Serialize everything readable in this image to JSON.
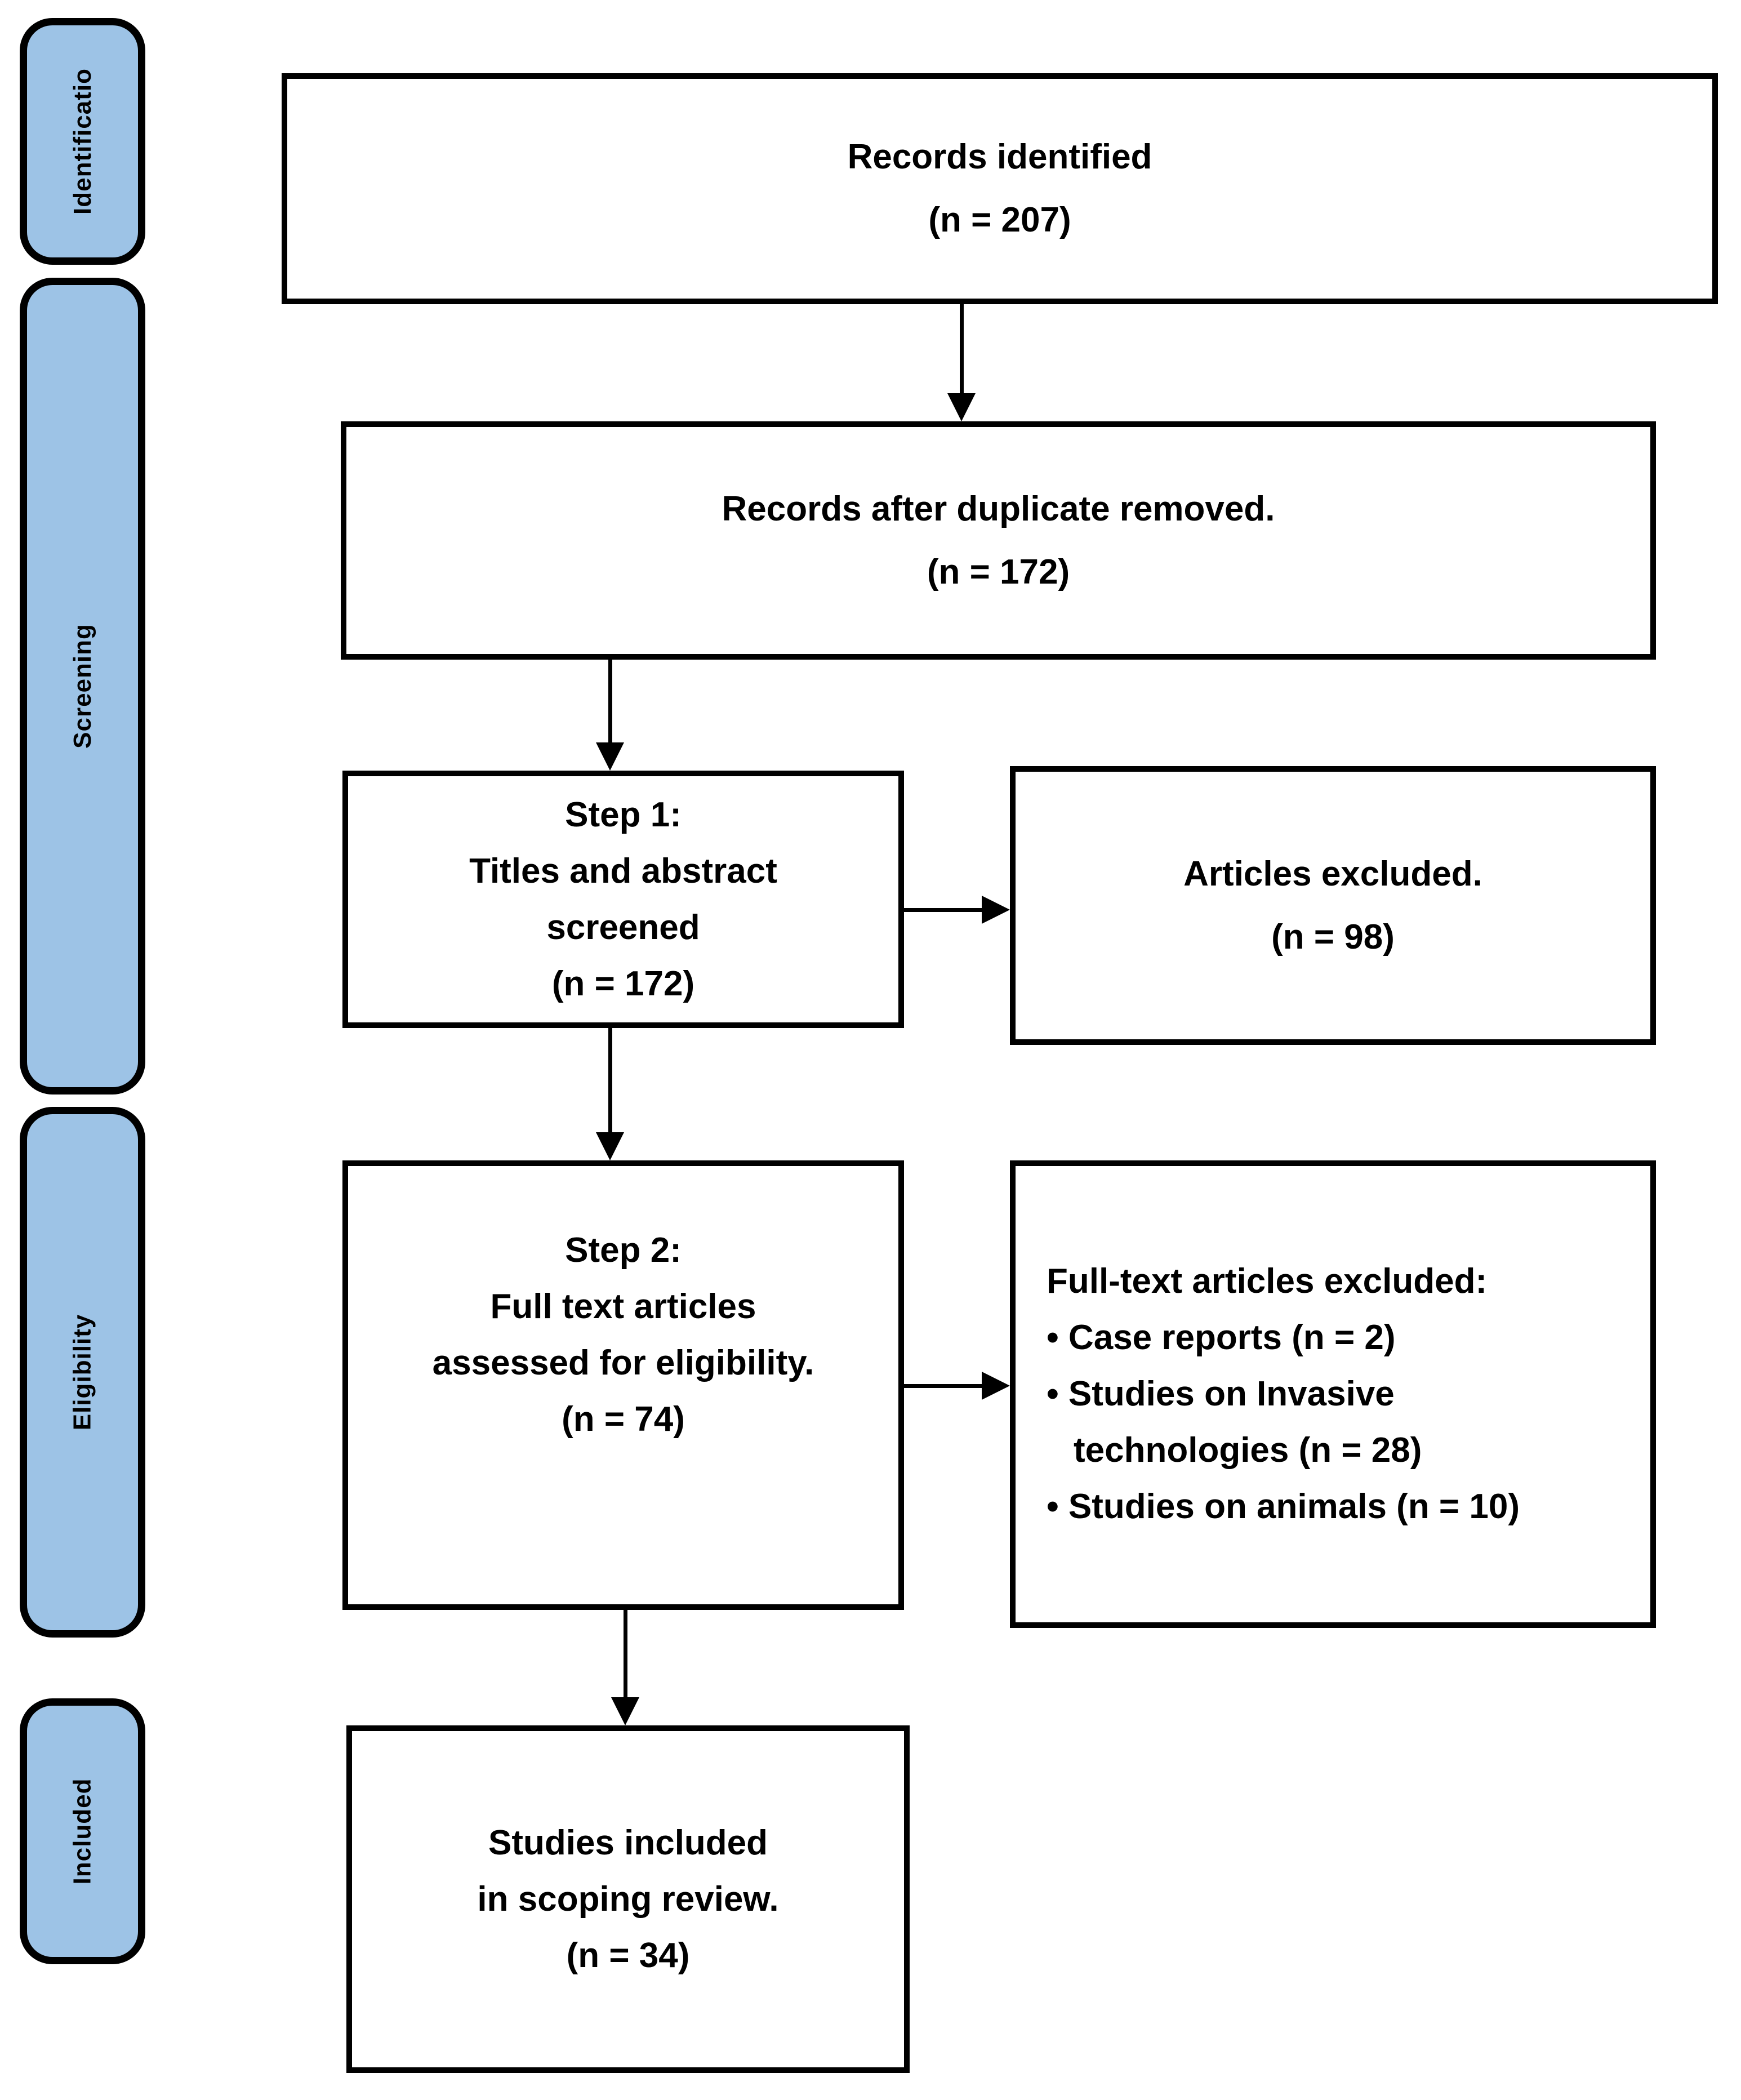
{
  "figure": {
    "background": "#ffffff",
    "stage_fill": "#9DC3E6",
    "stage_border_color": "#000000",
    "box_border_color": "#000000",
    "text_color": "#000000"
  },
  "sidebar": {
    "stages": [
      {
        "label": "Identificatio"
      },
      {
        "label": "Screening"
      },
      {
        "label": "Eligibility"
      },
      {
        "label": "Included"
      }
    ]
  },
  "flow": {
    "records_identified": {
      "lines": [
        "Records identified",
        "(n = 207)"
      ]
    },
    "records_after_duplicates": {
      "lines": [
        "Records after duplicate removed.",
        "(n = 172)"
      ]
    },
    "step1": {
      "lines": [
        "Step 1:",
        "Titles and abstract",
        "screened",
        "(n = 172)"
      ]
    },
    "articles_excluded": {
      "lines": [
        "Articles excluded.",
        "(n = 98)"
      ]
    },
    "step2": {
      "lines": [
        "Step 2:",
        "Full text articles",
        "assessed for eligibility.",
        "(n = 74)"
      ]
    },
    "fulltext_excluded": {
      "heading": "Full-text articles excluded:",
      "lines": [
        {
          "text": "• Case reports (n = 2)"
        },
        {
          "text": "• Studies on Invasive"
        },
        {
          "text": "technologies (n = 28)"
        },
        {
          "text": "• Studies on animals (n = 10)"
        }
      ]
    },
    "studies_included": {
      "lines": [
        "Studies included",
        "in scoping review.",
        "(n = 34)"
      ]
    }
  }
}
